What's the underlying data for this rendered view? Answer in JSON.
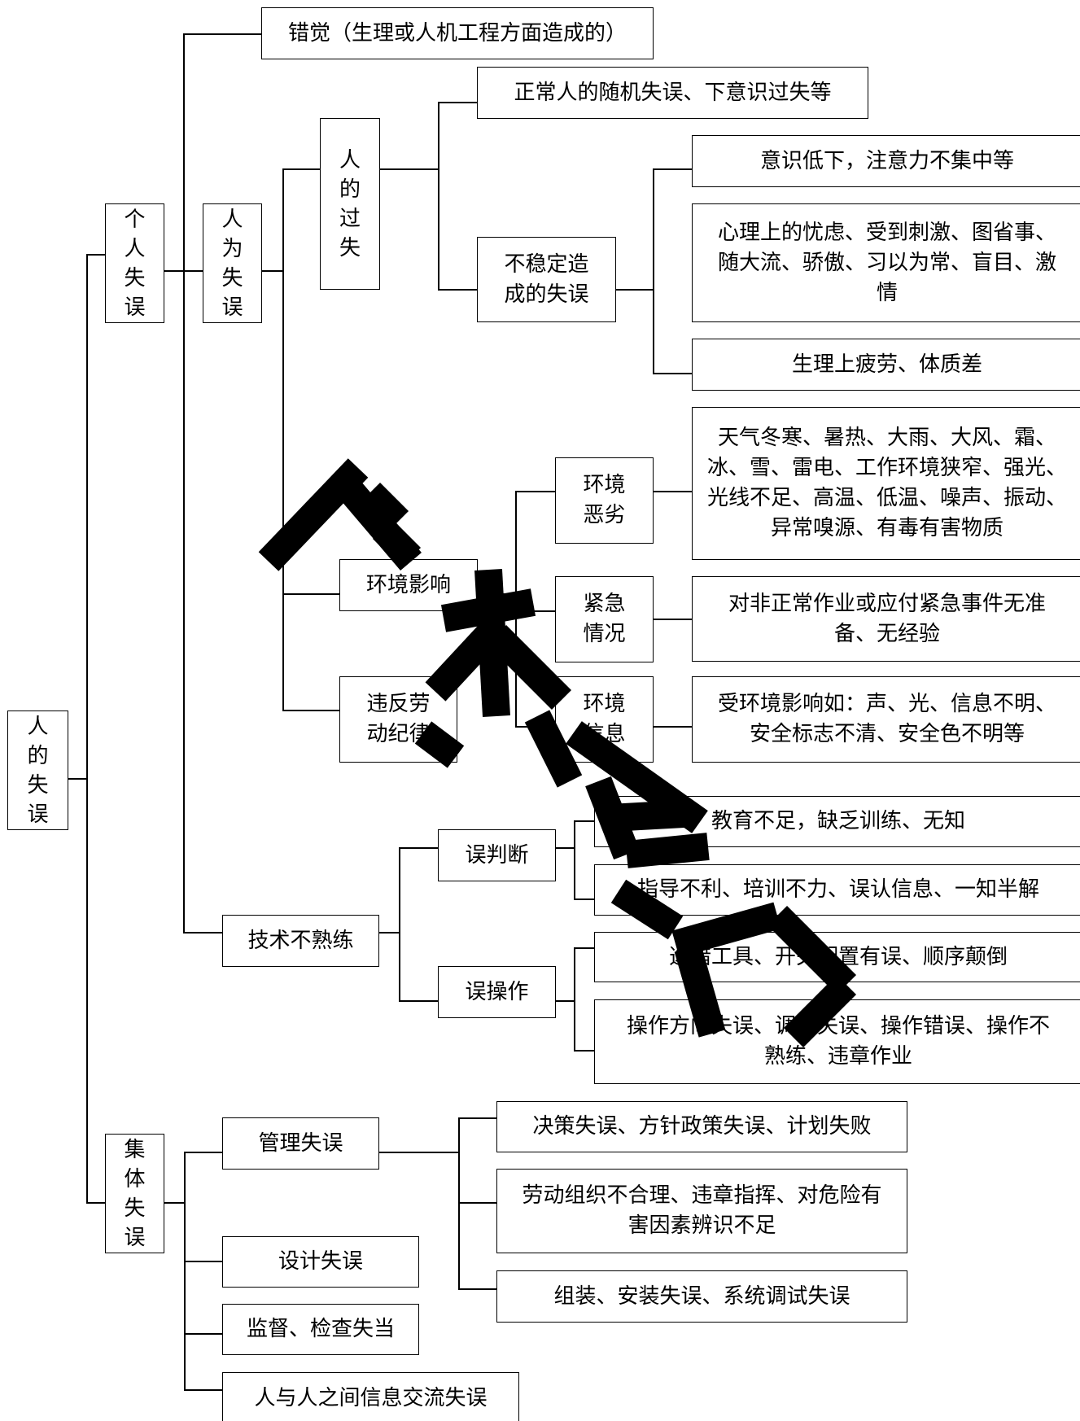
{
  "nodes": {
    "root": "人\n的\n失\n误",
    "personal": "个\n人\n失\n误",
    "collective": "集\n体\n失\n误",
    "illusion": "错觉（生理或人机工程方面造成的）",
    "human_factor": "人\n为\n失\n误",
    "negligence": "人\n的\n过\n失",
    "random_error": "正常人的随机失误、下意识过失等",
    "instability": "不稳定造\n成的失误",
    "low_awareness": "意识低下，注意力不集中等",
    "psychological": "心理上的忧虑、受到刺激、图省事、\n随大流、骄傲、习以为常、盲目、激\n情",
    "physiological": "生理上疲劳、体质差",
    "env_influence": "环境影响",
    "violate_discipline": "违反劳\n动纪律",
    "harsh_env": "环境\n恶劣",
    "harsh_env_detail": "天气冬寒、暑热、大雨、大风、霜、\n冰、雪、雷电、工作环境狭窄、强光、\n光线不足、高温、低温、噪声、振动、\n异常嗅源、有毒有害物质",
    "emergency": "紧急\n情况",
    "emergency_detail": "对非正常作业或应付紧急事件无准\n备、无经验",
    "env_info": "环境\n信息",
    "env_info_detail": "受环境影响如：声、光、信息不明、\n安全标志不清、安全色不明等",
    "unskilled": "技术不熟练",
    "misjudgment": "误判断",
    "lack_education": "教育不足，缺乏训练、无知",
    "poor_guidance": "指导不利、培训不力、误认信息、一知半解",
    "misoperation": "误操作",
    "wrong_tool": "选错工具、开关配置有误、顺序颠倒",
    "direction_error": "操作方向失误、调整失误、操作错误、操作不\n熟练、违章作业",
    "mgmt_error": "管理失误",
    "decision_error": "决策失误、方针政策失误、计划失败",
    "labor_org": "劳动组织不合理、违章指挥、对危险有\n害因素辨识不足",
    "assembly_error": "组装、安装失误、系统调试失误",
    "design_error": "设计失误",
    "supervision_error": "监督、检查失当",
    "communication_error": "人与人之间信息交流失误"
  },
  "watermark": {
    "characters": [
      "冝",
      "探",
      "复",
      "印"
    ],
    "color": "#000000"
  },
  "colors": {
    "line": "#000000",
    "box_border": "#000000",
    "background": "#ffffff"
  }
}
